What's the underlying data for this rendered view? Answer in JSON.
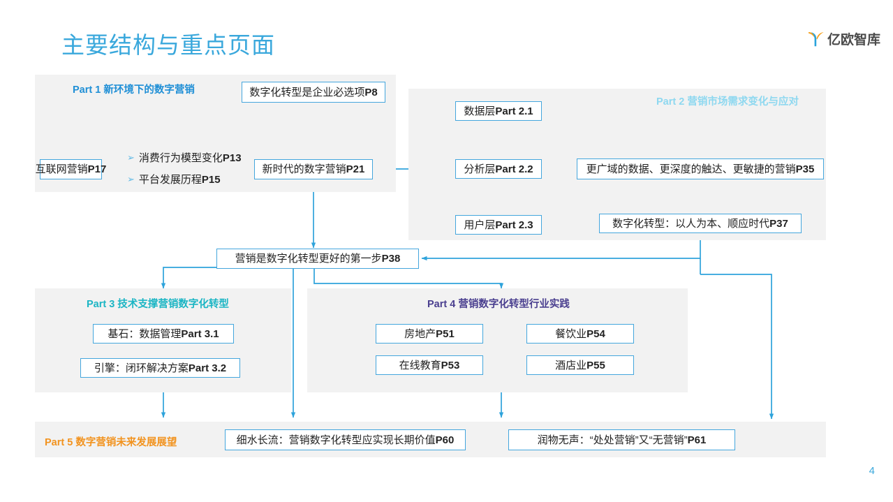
{
  "header": {
    "title": "主要结构与重点页面",
    "logo_text": "亿欧智库",
    "logo_icon": "yiou-y-mark-icon",
    "page_number": "4"
  },
  "colors": {
    "accent_blue": "#44a6dd",
    "title_blue": "#3aa8dc",
    "part1_heading": "#1f8fd6",
    "part2_heading": "#8ed8f0",
    "part3_heading": "#1bb5c4",
    "part4_heading": "#4a3f8f",
    "part5_heading": "#f2931f",
    "panel_bg": "#f2f2f2",
    "node_border": "#44a6dd",
    "text": "#222222"
  },
  "parts": {
    "part1": {
      "heading": "Part 1 新环境下的数字营销"
    },
    "part2": {
      "heading": "Part 2 营销市场需求变化与应对"
    },
    "part3": {
      "heading": "Part 3 技术支撑营销数字化转型"
    },
    "part4": {
      "heading": "Part 4 营销数字化转型行业实践"
    },
    "part5": {
      "heading": "Part 5 数字营销未来发展展望"
    }
  },
  "nodes": {
    "n_p8": "数字化转型是企业必选项P8",
    "n_p17": "互联网营销P17",
    "n_p21": "新时代的数字营销P21",
    "n_p21_data": {
      "label": "新时代的数字营销",
      "page": "P21"
    },
    "n_p35": "更广域的数据、更深度的触达、更敏捷的营销P35",
    "n_p37": "数字化转型：以人为本、顺应时代P37",
    "n_p38": "营销是数字化转型更好的第一步P38",
    "n_21": "数据层 Part 2.1",
    "n_22": "分析层 Part 2.2",
    "n_23": "用户层 Part 2.3",
    "n_31": "基石：数据管理 Part 3.1",
    "n_32": "引擎：闭环解决方案 Part 3.2",
    "n_p51": "房地产P51",
    "n_p53": "在线教育P53",
    "n_p54": "餐饮业P54",
    "n_p55": "酒店业P55",
    "n_p60": "细水长流：营销数字化转型应实现长期价值P60",
    "n_p61": "润物无声：“处处营销”又“无营销” P61"
  },
  "bullets": [
    {
      "marker": "➢",
      "text": "消费行为模型变化P13"
    },
    {
      "marker": "➢",
      "text": "平台发展历程P15"
    }
  ],
  "chart_data": {
    "type": "diagram",
    "title": "主要结构与重点页面",
    "diagram_kind": "flowchart",
    "groups": [
      {
        "id": "part1",
        "label": "Part 1 新环境下的数字营销",
        "members": [
          "互联网营销P17",
          "消费行为模型变化P13",
          "平台发展历程P15",
          "新时代的数字营销P21"
        ]
      },
      {
        "id": "part2",
        "label": "Part 2 营销市场需求变化与应对",
        "members": [
          "数据层 Part 2.1",
          "分析层 Part 2.2",
          "用户层 Part 2.3",
          "更广域的数据、更深度的触达、更敏捷的营销P35",
          "数字化转型：以人为本、顺应时代P37"
        ]
      },
      {
        "id": "part3",
        "label": "Part 3 技术支撑营销数字化转型",
        "members": [
          "基石：数据管理 Part 3.1",
          "引擎：闭环解决方案 Part 3.2"
        ]
      },
      {
        "id": "part4",
        "label": "Part 4 营销数字化转型行业实践",
        "members": [
          "房地产P51",
          "在线教育P53",
          "餐饮业P54",
          "酒店业P55"
        ]
      },
      {
        "id": "part5",
        "label": "Part 5 数字营销未来发展展望",
        "members": [
          "细水长流：营销数字化转型应实现长期价值P60",
          "润物无声：“处处营销”又“无营销” P61"
        ]
      }
    ],
    "edges": [
      {
        "from": "互联网营销P17",
        "to": "新时代的数字营销P21"
      },
      {
        "from": "数字化转型是企业必选项P8",
        "to": "新时代的数字营销P21"
      },
      {
        "from": "新时代的数字营销P21",
        "to": "数据层 Part 2.1"
      },
      {
        "from": "新时代的数字营销P21",
        "to": "分析层 Part 2.2"
      },
      {
        "from": "新时代的数字营销P21",
        "to": "用户层 Part 2.3"
      },
      {
        "from": "数据层 Part 2.1",
        "to": "更广域的数据、更深度的触达、更敏捷的营销P35"
      },
      {
        "from": "分析层 Part 2.2",
        "to": "更广域的数据、更深度的触达、更敏捷的营销P35"
      },
      {
        "from": "用户层 Part 2.3",
        "to": "更广域的数据、更深度的触达、更敏捷的营销P35"
      },
      {
        "from": "更广域的数据、更深度的触达、更敏捷的营销P35",
        "to": "数字化转型：以人为本、顺应时代P37"
      },
      {
        "from": "数字化转型：以人为本、顺应时代P37",
        "to": "营销是数字化转型更好的第一步P38"
      },
      {
        "from": "数字化转型：以人为本、顺应时代P37",
        "to": "Part 5 数字营销未来发展展望"
      },
      {
        "from": "新时代的数字营销P21",
        "to": "营销是数字化转型更好的第一步P38"
      },
      {
        "from": "营销是数字化转型更好的第一步P38",
        "to": "Part 3 技术支撑营销数字化转型"
      },
      {
        "from": "营销是数字化转型更好的第一步P38",
        "to": "Part 4 营销数字化转型行业实践"
      },
      {
        "from": "营销是数字化转型更好的第一步P38",
        "to": "细水长流：营销数字化转型应实现长期价值P60"
      },
      {
        "from": "Part 3 技术支撑营销数字化转型",
        "to": "Part 5 数字营销未来发展展望"
      },
      {
        "from": "Part 4 营销数字化转型行业实践",
        "to": "润物无声：“处处营销”又“无营销” P61"
      }
    ]
  }
}
